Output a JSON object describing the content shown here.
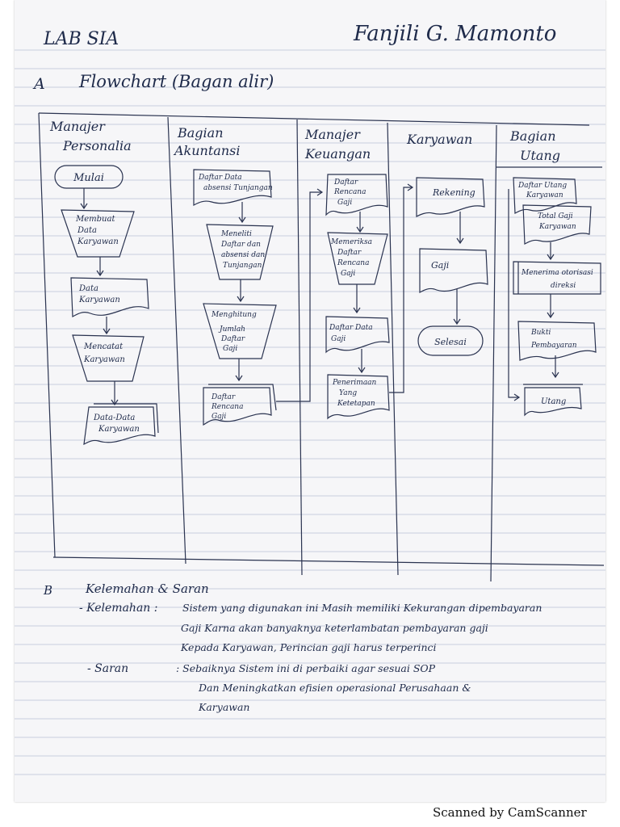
{
  "header": {
    "lab_title": "LAB SIA",
    "author": "Fanjili G. Mamonto"
  },
  "section_a": {
    "label": "A",
    "title": "Flowchart (Bagan alir)"
  },
  "lanes": [
    {
      "id": "manajer-personalia",
      "line1": "Manajer",
      "line2": "Personalia"
    },
    {
      "id": "bagian-akuntansi",
      "line1": "Bagian",
      "line2": "Akuntansi"
    },
    {
      "id": "manajer-keuangan",
      "line1": "Manajer",
      "line2": "Keuangan"
    },
    {
      "id": "karyawan",
      "line1": "Karyawan",
      "line2": ""
    },
    {
      "id": "bagian-utang",
      "line1": "Bagian",
      "line2": "Utang"
    }
  ],
  "nodes": {
    "mulai": "Mulai",
    "membuat_data": [
      "Membuat",
      "Data",
      "Karyawan"
    ],
    "data_karyawan": [
      "Data",
      "Karyawan"
    ],
    "mencatat": [
      "Mencatat",
      "Karyawan"
    ],
    "data_data_karyawan": [
      "Data-Data",
      "Karyawan"
    ],
    "daftar_absensi": [
      "Daftar Data",
      "absensi Tunjangan"
    ],
    "meneliti": [
      "Meneliti",
      "Daftar dan",
      "absensi dan",
      "Tunjangan"
    ],
    "menghitung": [
      "Menghitung",
      "Jumlah",
      "Daftar",
      "Gaji"
    ],
    "daftar_rencana_ak": [
      "Daftar",
      "Rencana",
      "Gaji"
    ],
    "daftar_rencana_mk": [
      "Daftar",
      "Rencana",
      "Gaji"
    ],
    "memeriksa": [
      "Memeriksa",
      "Daftar",
      "Rencana",
      "Gaji"
    ],
    "daftar_data_gaji": [
      "Daftar Data",
      "Gaji"
    ],
    "penerimaan": [
      "Penerimaan",
      "Yang",
      "Ketetapan"
    ],
    "rekening": "Rekening",
    "gaji": "Gaji",
    "selesai": "Selesai",
    "daftar_utang": [
      "Daftar Utang",
      "Karyawan"
    ],
    "total_gaji": [
      "Total Gaji",
      "Karyawan"
    ],
    "menerima": [
      "Menerima otorisasi",
      "direksi"
    ],
    "bukti": [
      "Bukti",
      "Pembayaran"
    ],
    "utang": "Utang"
  },
  "section_b": {
    "label": "B",
    "title": "Kelemahan & Saran",
    "kelemahan_label": "- Kelemahan :",
    "kelemahan_lines": [
      "Sistem yang digunakan ini Masih memiliki Kekurangan dipembayaran",
      "Gaji Karna akan banyaknya keterlambatan pembayaran gaji",
      "Kepada Karyawan, Perincian gaji harus terperinci"
    ],
    "saran_label": "- Saran",
    "saran_lines": [
      ": Sebaiknya Sistem ini di perbaiki agar sesuai SOP",
      "Dan Meningkatkan efisien operasional Perusahaan &",
      "Karyawan"
    ]
  },
  "footer": {
    "scanner": "Scanned by CamScanner"
  }
}
